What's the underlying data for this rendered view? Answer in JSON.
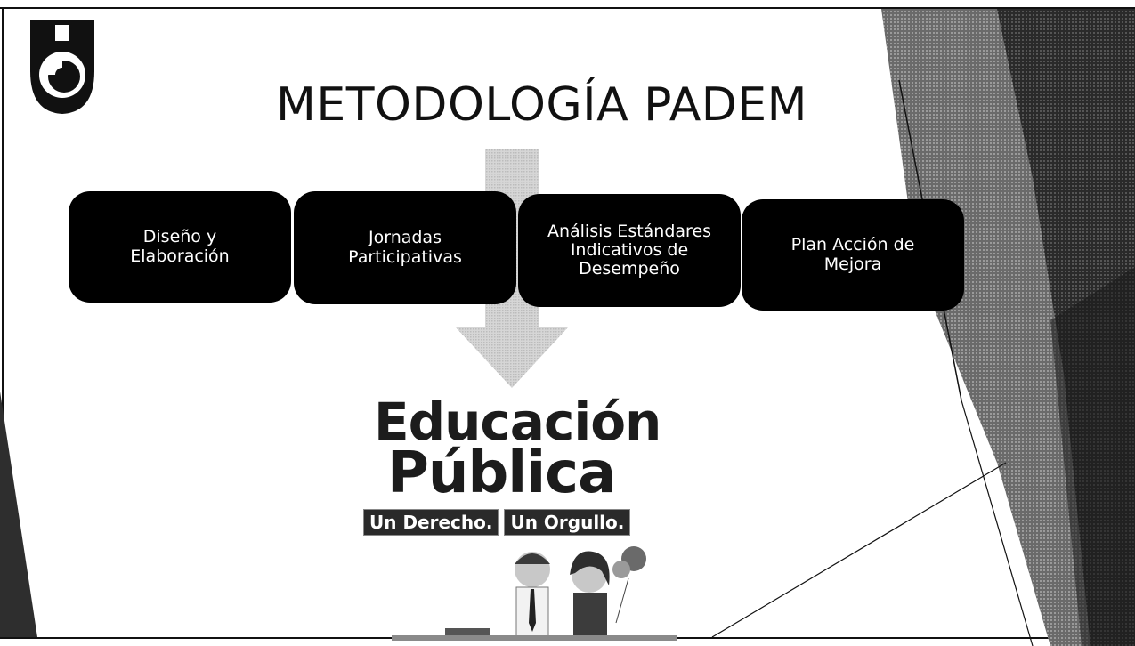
{
  "slide": {
    "title": "METODOLOGÍA PADEM",
    "steps": [
      {
        "label": "Diseño y\nElaboración"
      },
      {
        "label": "Jornadas\nParticipativas"
      },
      {
        "label": "Análisis Estándares\nIndicativos de\nDesempeño"
      },
      {
        "label": "Plan Acción de\nMejora"
      }
    ],
    "campaign": {
      "line1": "Educación",
      "line2": "Pública",
      "tag1": "Un Derecho.",
      "tag2": "Un Orgullo."
    }
  },
  "colors": {
    "step_fill": "#000000",
    "step_text": "#ffffff",
    "arrow_fill": "#d4d4d4",
    "decor_dark": "#3a3a3a",
    "decor_mid": "#8a8a8a"
  },
  "icons": {
    "logo": "institution-logo-icon",
    "arrow": "down-arrow-icon",
    "illustration": "children-illustration-icon"
  }
}
